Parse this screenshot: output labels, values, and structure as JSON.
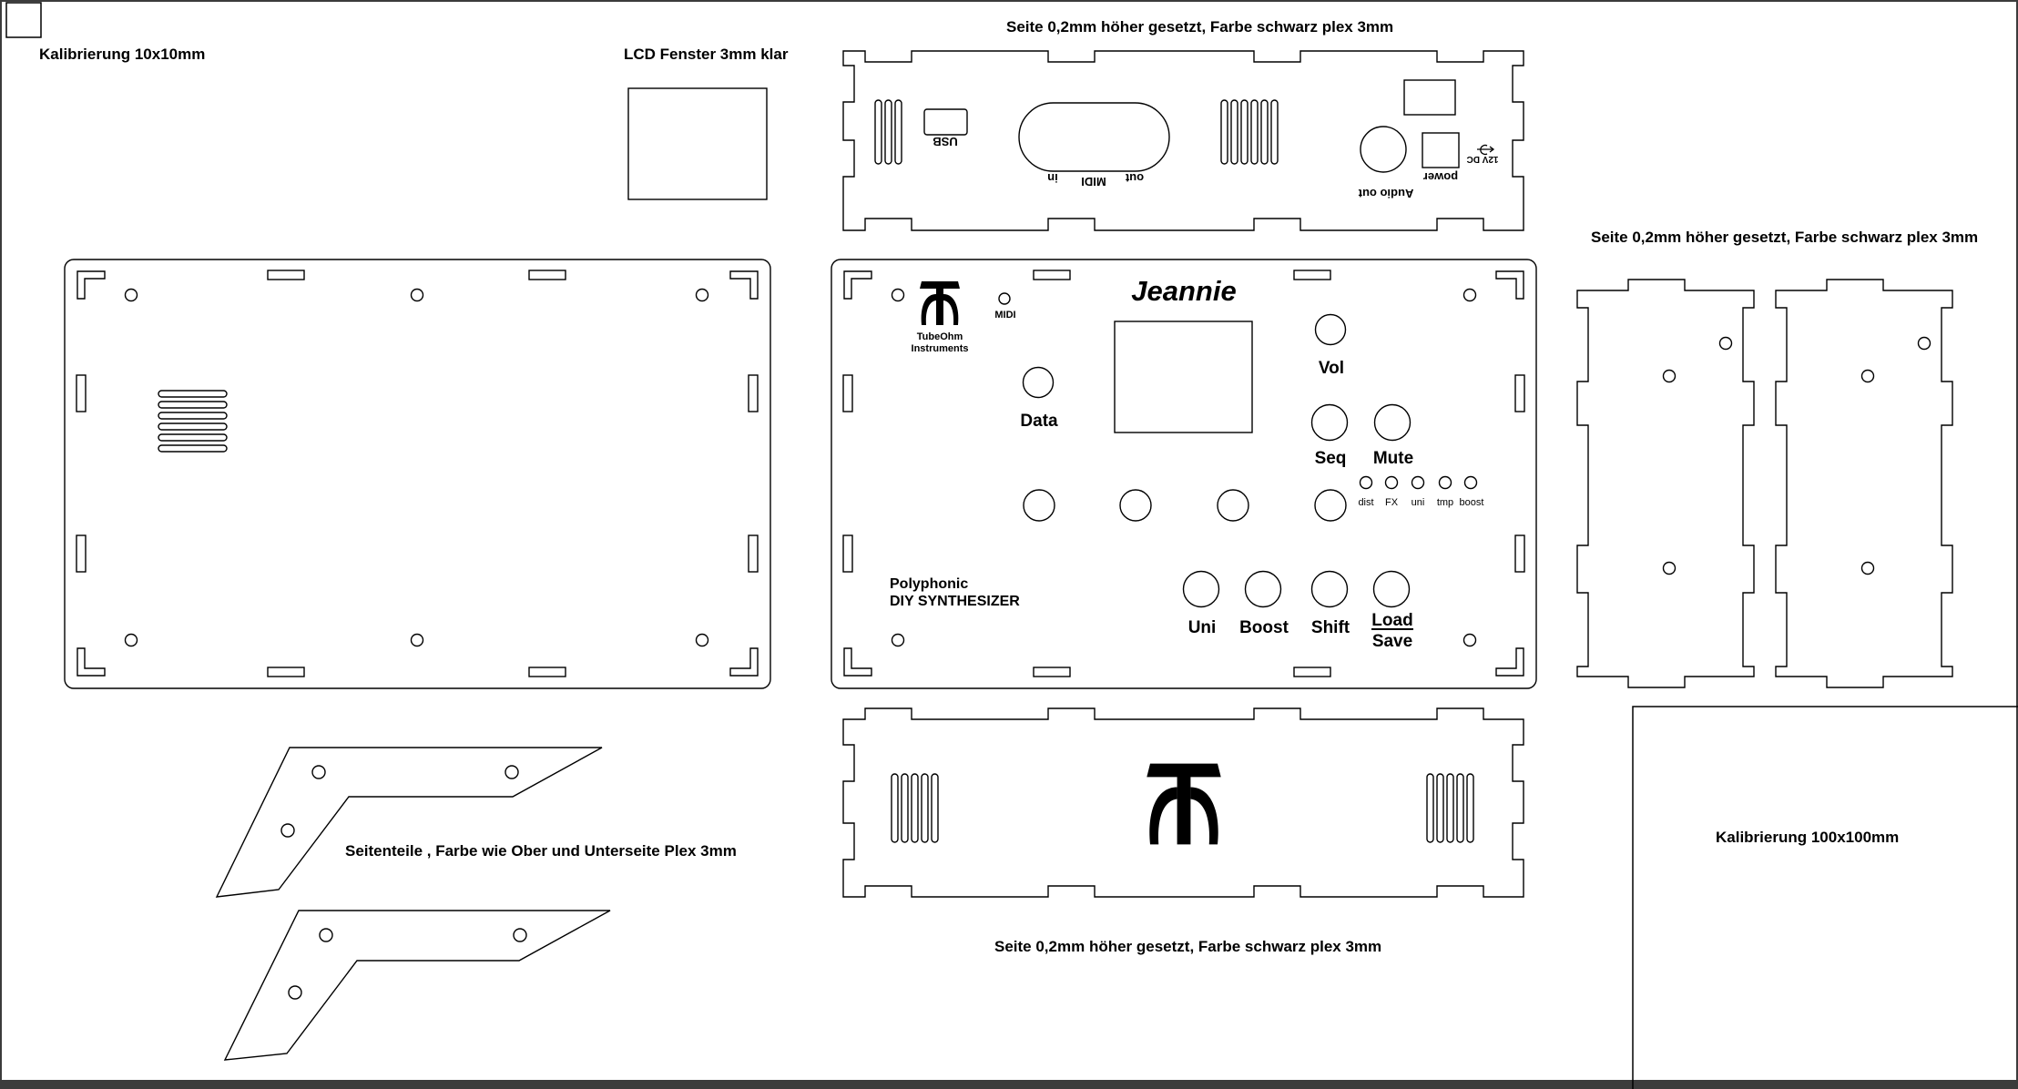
{
  "labels": {
    "cal10": "Kalibrierung 10x10mm",
    "lcd": "LCD Fenster 3mm klar",
    "side_top": "Seite 0,2mm höher gesetzt,  Farbe schwarz plex 3mm",
    "side_right": "Seite 0,2mm höher gesetzt,  Farbe schwarz plex 3mm",
    "side_bottom": "Seite 0,2mm höher gesetzt,  Farbe schwarz plex 3mm",
    "side_parts": "Seitenteile , Farbe  wie  Ober und Unterseite Plex 3mm",
    "cal100": "Kalibrierung 100x100mm"
  },
  "back_panel": {
    "usb": "USB",
    "midi": "MIDI",
    "midi_in": "in",
    "midi_out": "out",
    "audio_out": "Audio out",
    "power": "power",
    "dc": "12V DC"
  },
  "front_panel": {
    "brand_title": "Jeannie",
    "logo_line1": "TubeOhm",
    "logo_line2": "Instruments",
    "midi_led": "MIDI",
    "knob_data": "Data",
    "knob_vol": "Vol",
    "btn_seq": "Seq",
    "btn_mute": "Mute",
    "led_labels": [
      "dist",
      "FX",
      "uni",
      "tmp",
      "boost"
    ],
    "product_line1": "Polyphonic",
    "product_line2": "DIY SYNTHESIZER",
    "btn_uni": "Uni",
    "btn_boost": "Boost",
    "btn_shift": "Shift",
    "btn_load": "Load",
    "btn_save": "Save"
  },
  "colors": {
    "line": "#000000",
    "background": "#ffffff",
    "frame": "#3c3c3c"
  }
}
